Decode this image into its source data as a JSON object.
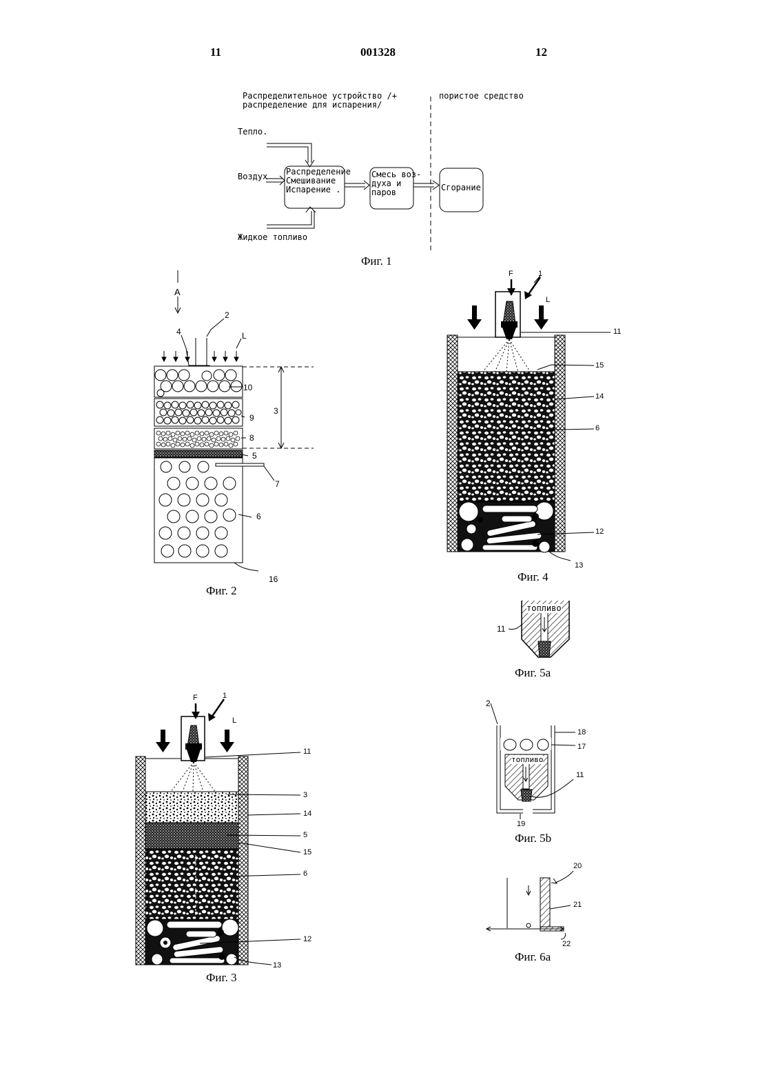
{
  "header": {
    "page_left": "11",
    "doc_number": "001328",
    "page_right": "12"
  },
  "fig1": {
    "title_line1": "Распределительное устройство /+",
    "title_line2": "распределение для испарения/",
    "porous_label": "пористое средство",
    "heat": "Тепло.",
    "air": "Воздух",
    "liquid_fuel": "Жидкое топливо",
    "box1": [
      "Распределение",
      "Смешивание",
      "Испарение ."
    ],
    "box2": [
      "Смесь воз-",
      "духа и",
      "паров"
    ],
    "box3": "Сгорание",
    "caption": "Фиг. 1"
  },
  "fig2": {
    "labels": {
      "a": "A",
      "n4": "4",
      "n2": "2",
      "L": "L",
      "n10": "10",
      "n9": "9",
      "n3": "3",
      "n8": "8",
      "n5": "5",
      "n7": "7",
      "n6": "6",
      "n16": "16"
    },
    "caption": "Фиг. 2"
  },
  "fig3": {
    "labels": {
      "F": "F",
      "n1": "1",
      "L": "L",
      "n11": "11",
      "n3": "3",
      "n14": "14",
      "n5": "5",
      "n15": "15",
      "n6": "6",
      "n12": "12",
      "n13": "13"
    },
    "caption": "Фиг. 3"
  },
  "fig4": {
    "labels": {
      "F": "F",
      "n1": "1",
      "L": "L",
      "n11": "11",
      "n15": "15",
      "n14": "14",
      "n6": "6",
      "n12": "12",
      "n13": "13"
    },
    "caption": "Фиг. 4"
  },
  "fig5a": {
    "fuel": "топливо",
    "n11": "11",
    "caption": "Фиг. 5a"
  },
  "fig5b": {
    "n2": "2",
    "n18": "18",
    "n17": "17",
    "fuel": "топливо",
    "n11": "11",
    "n19": "19",
    "caption": "Фиг. 5b"
  },
  "fig6a": {
    "n20": "20",
    "n21": "21",
    "n22": "22",
    "caption": "Фиг. 6a"
  }
}
